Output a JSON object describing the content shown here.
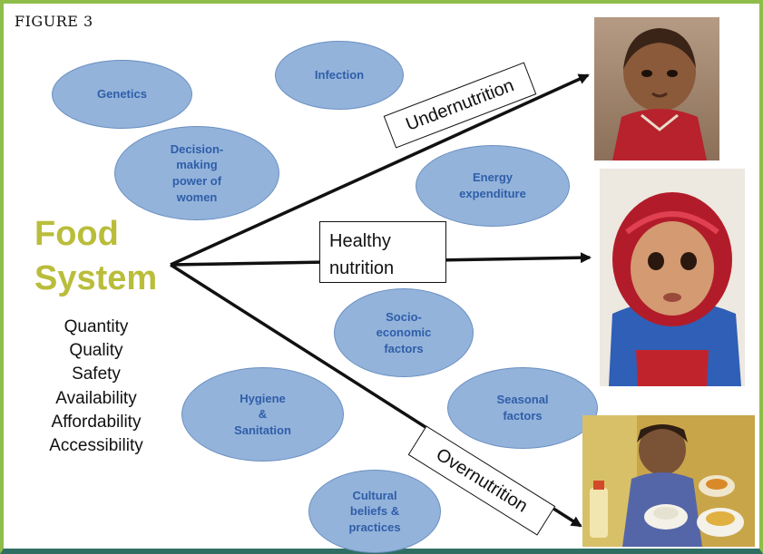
{
  "figure_label": "FIGURE 3",
  "ovals": {
    "genetics": "Genetics",
    "infection": "Infection",
    "decision": "Decision-\nmaking\npower of\nwomen",
    "energy": "Energy\nexpenditure",
    "socio": "Socio-\neconomic\nfactors",
    "hygiene": "Hygiene\n&\nSanitation",
    "seasonal": "Seasonal\nfactors",
    "cultural": "Cultural\nbeliefs &\npractices"
  },
  "food_system": {
    "line1": "Food",
    "line2": "System"
  },
  "qualities": [
    "Quantity",
    "Quality",
    "Safety",
    "Availability",
    "Affordability",
    "Accessibility"
  ],
  "outcomes": {
    "under": "Undernutrition",
    "healthy_line1": "Healthy",
    "healthy_line2": "nutrition",
    "over": "Overnutrition"
  },
  "colors": {
    "frame": "#8fbd4a",
    "frame_bottom": "#2f6f63",
    "oval_fill": "#93b3db",
    "oval_text": "#2f5ea8",
    "food_system": "#b9bd3a"
  }
}
